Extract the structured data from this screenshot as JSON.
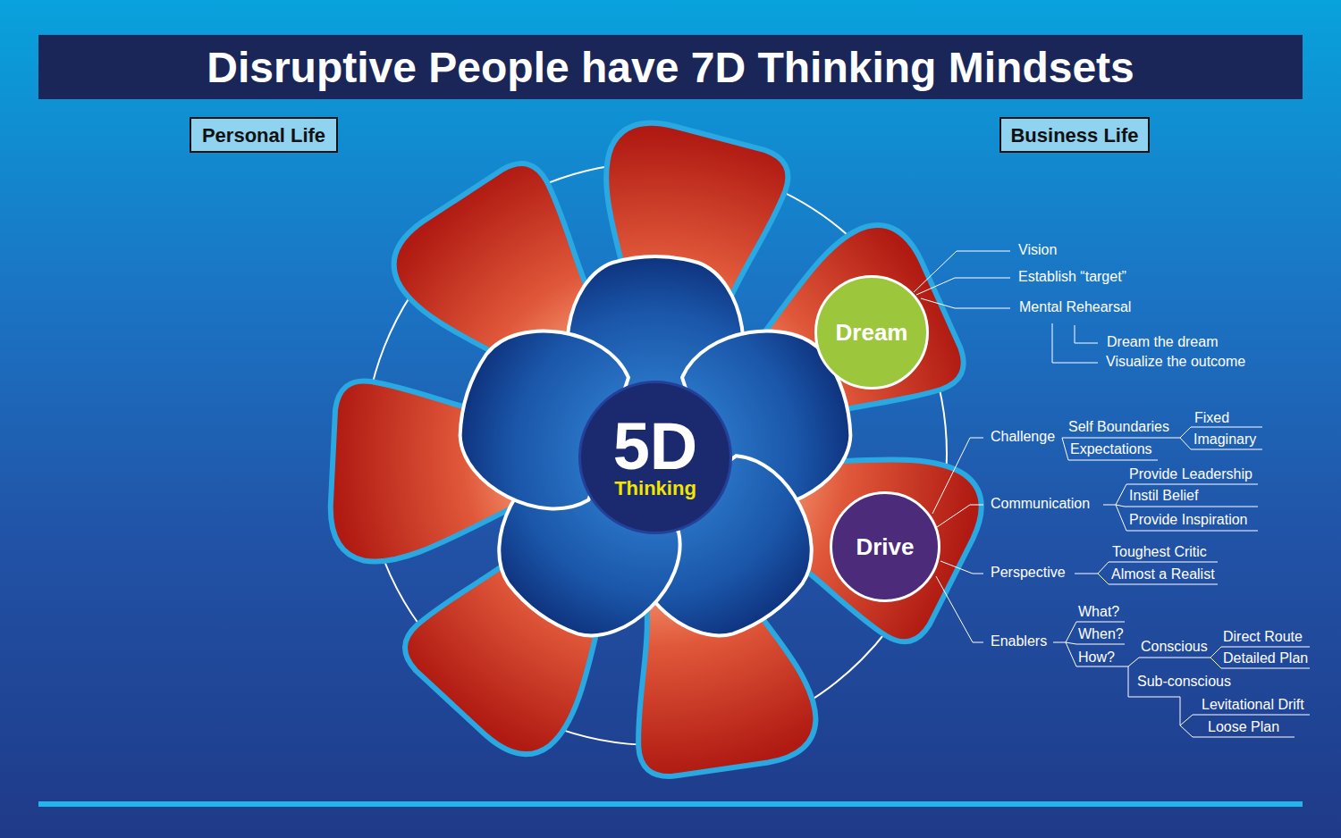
{
  "diagram": {
    "title": "Disruptive People have 7D Thinking Mindsets",
    "nodes": [
      {
        "text": [
          "Personal Life"
        ]
      },
      {
        "text": [
          "Business Life"
        ]
      },
      {
        "text": [
          "5D",
          "Thinking"
        ]
      },
      {
        "text": [
          "Dream"
        ]
      },
      {
        "text": [
          "Drive"
        ]
      }
    ],
    "labels": [
      "Vision",
      "Establish “target”",
      "Mental Rehearsal",
      "Dream the dream",
      "Visualize the outcome",
      "Challenge",
      "Self Boundaries",
      "Fixed",
      "Imaginary",
      "Expectations",
      "Communication",
      "Provide Leadership",
      "Instil Belief",
      "Provide Inspiration",
      "Perspective",
      "Toughest Critic",
      "Almost a Realist",
      "Enablers",
      "What?",
      "When?",
      "How?",
      "Conscious",
      "Direct Route",
      "Detailed Plan",
      "Sub-conscious",
      "Levitational Drift",
      "Loose Plan"
    ]
  }
}
